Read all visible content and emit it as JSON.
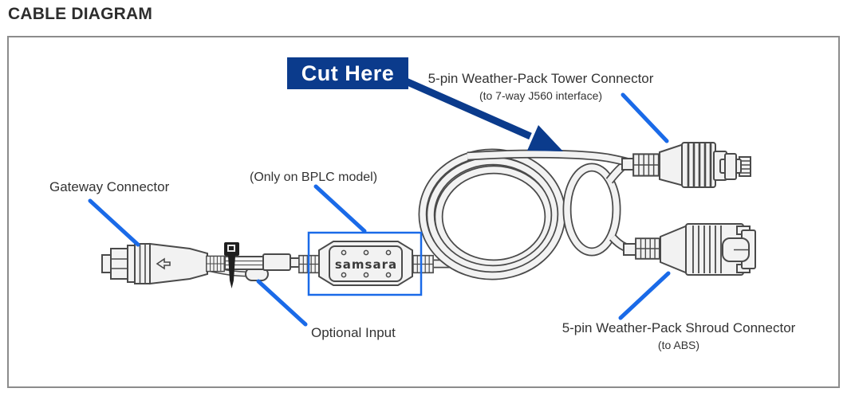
{
  "page": {
    "title": "CABLE DIAGRAM"
  },
  "diagram": {
    "cut_here_label": "Cut Here",
    "labels": {
      "tower_title": "5-pin Weather-Pack Tower Connector",
      "tower_subtitle": "(to 7-way J560 interface)",
      "gateway": "Gateway Connector",
      "bplc_note": "(Only on BPLC model)",
      "optional_input": "Optional Input",
      "shroud_title": "5-pin Weather-Pack Shroud Connector",
      "shroud_subtitle": "(to ABS)"
    },
    "device_brand": "samsara",
    "colors": {
      "callout_blue": "#1a6ae8",
      "cut_here_blue": "#0b3b8c",
      "outline_gray": "#4a4a4a",
      "frame_border_gray": "#8c8c8c",
      "label_text": "#333333"
    }
  }
}
